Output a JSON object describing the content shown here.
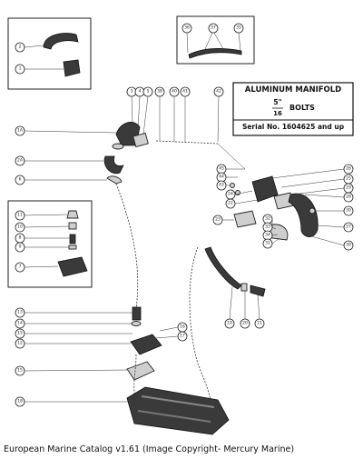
{
  "info_box": {
    "title": "ALUMINUM MANIFOLD",
    "bolt_numerator": "5\"",
    "bolt_denominator": "16",
    "bolt_label": "BOLTS",
    "serial": "Serial No. 1604625 and up"
  },
  "caption": "European Marine Catalog v1.61 (Image Copyright- Mercury Marine)",
  "labels": {
    "c1": "1",
    "c2": "2",
    "c4": "4",
    "c6": "6",
    "c7": "7",
    "c8": "8",
    "c9": "9",
    "c10": "10",
    "c11": "11",
    "c12": "12",
    "c13": "13",
    "c14": "14",
    "c15": "15",
    "c16": "16",
    "c17": "17",
    "c18": "18",
    "c19": "19",
    "c20": "20",
    "c21": "21",
    "c22": "22",
    "c23": "23",
    "c24": "24",
    "c25": "25",
    "c26": "26",
    "c27": "27",
    "c28": "28",
    "c29": "29",
    "c30": "30",
    "c31": "31",
    "c32": "32",
    "c33": "33",
    "c34": "34",
    "c35": "35",
    "c36": "36",
    "c37": "37",
    "c38": "38",
    "c39": "39",
    "c40": "40",
    "c41": "41",
    "c42": "42",
    "c43": "43",
    "c44": "44",
    "c45": "45",
    "c1a": "1A",
    "c2a": "2A"
  }
}
